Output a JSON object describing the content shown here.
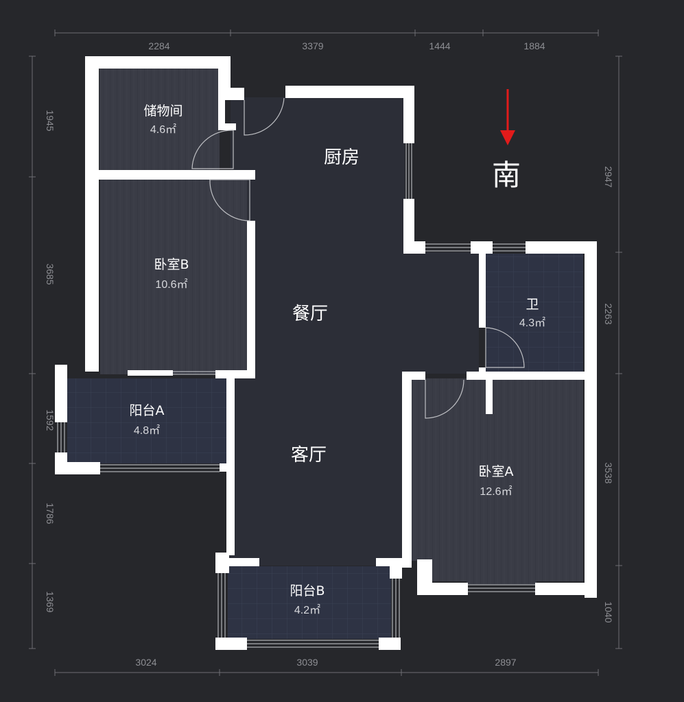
{
  "dimensions": {
    "top": [
      "2284",
      "3379",
      "1444",
      "1884"
    ],
    "bottom": [
      "3024",
      "3039",
      "2897"
    ],
    "left": [
      "1945",
      "3685",
      "1592",
      "1786",
      "1369"
    ],
    "right": [
      "2947",
      "2263",
      "3538",
      "1040"
    ]
  },
  "compass": {
    "label": "南",
    "color": "#e11b1b"
  },
  "rooms": {
    "storage": {
      "name": "储物间",
      "area": "4.6㎡"
    },
    "kitchen": {
      "name": "厨房"
    },
    "bedroom_b": {
      "name": "卧室B",
      "area": "10.6㎡"
    },
    "dining": {
      "name": "餐厅"
    },
    "bath": {
      "name": "卫",
      "area": "4.3㎡"
    },
    "balcony_a": {
      "name": "阳台A",
      "area": "4.8㎡"
    },
    "living": {
      "name": "客厅"
    },
    "bedroom_a": {
      "name": "卧室A",
      "area": "12.6㎡"
    },
    "balcony_b": {
      "name": "阳台B",
      "area": "4.2㎡"
    }
  },
  "colors": {
    "background": "#26272b",
    "wall": "#ffffff",
    "main_floor": "#2c2e37",
    "wood_floor": "#3b3d47",
    "tile_floor": "#2f3446"
  }
}
